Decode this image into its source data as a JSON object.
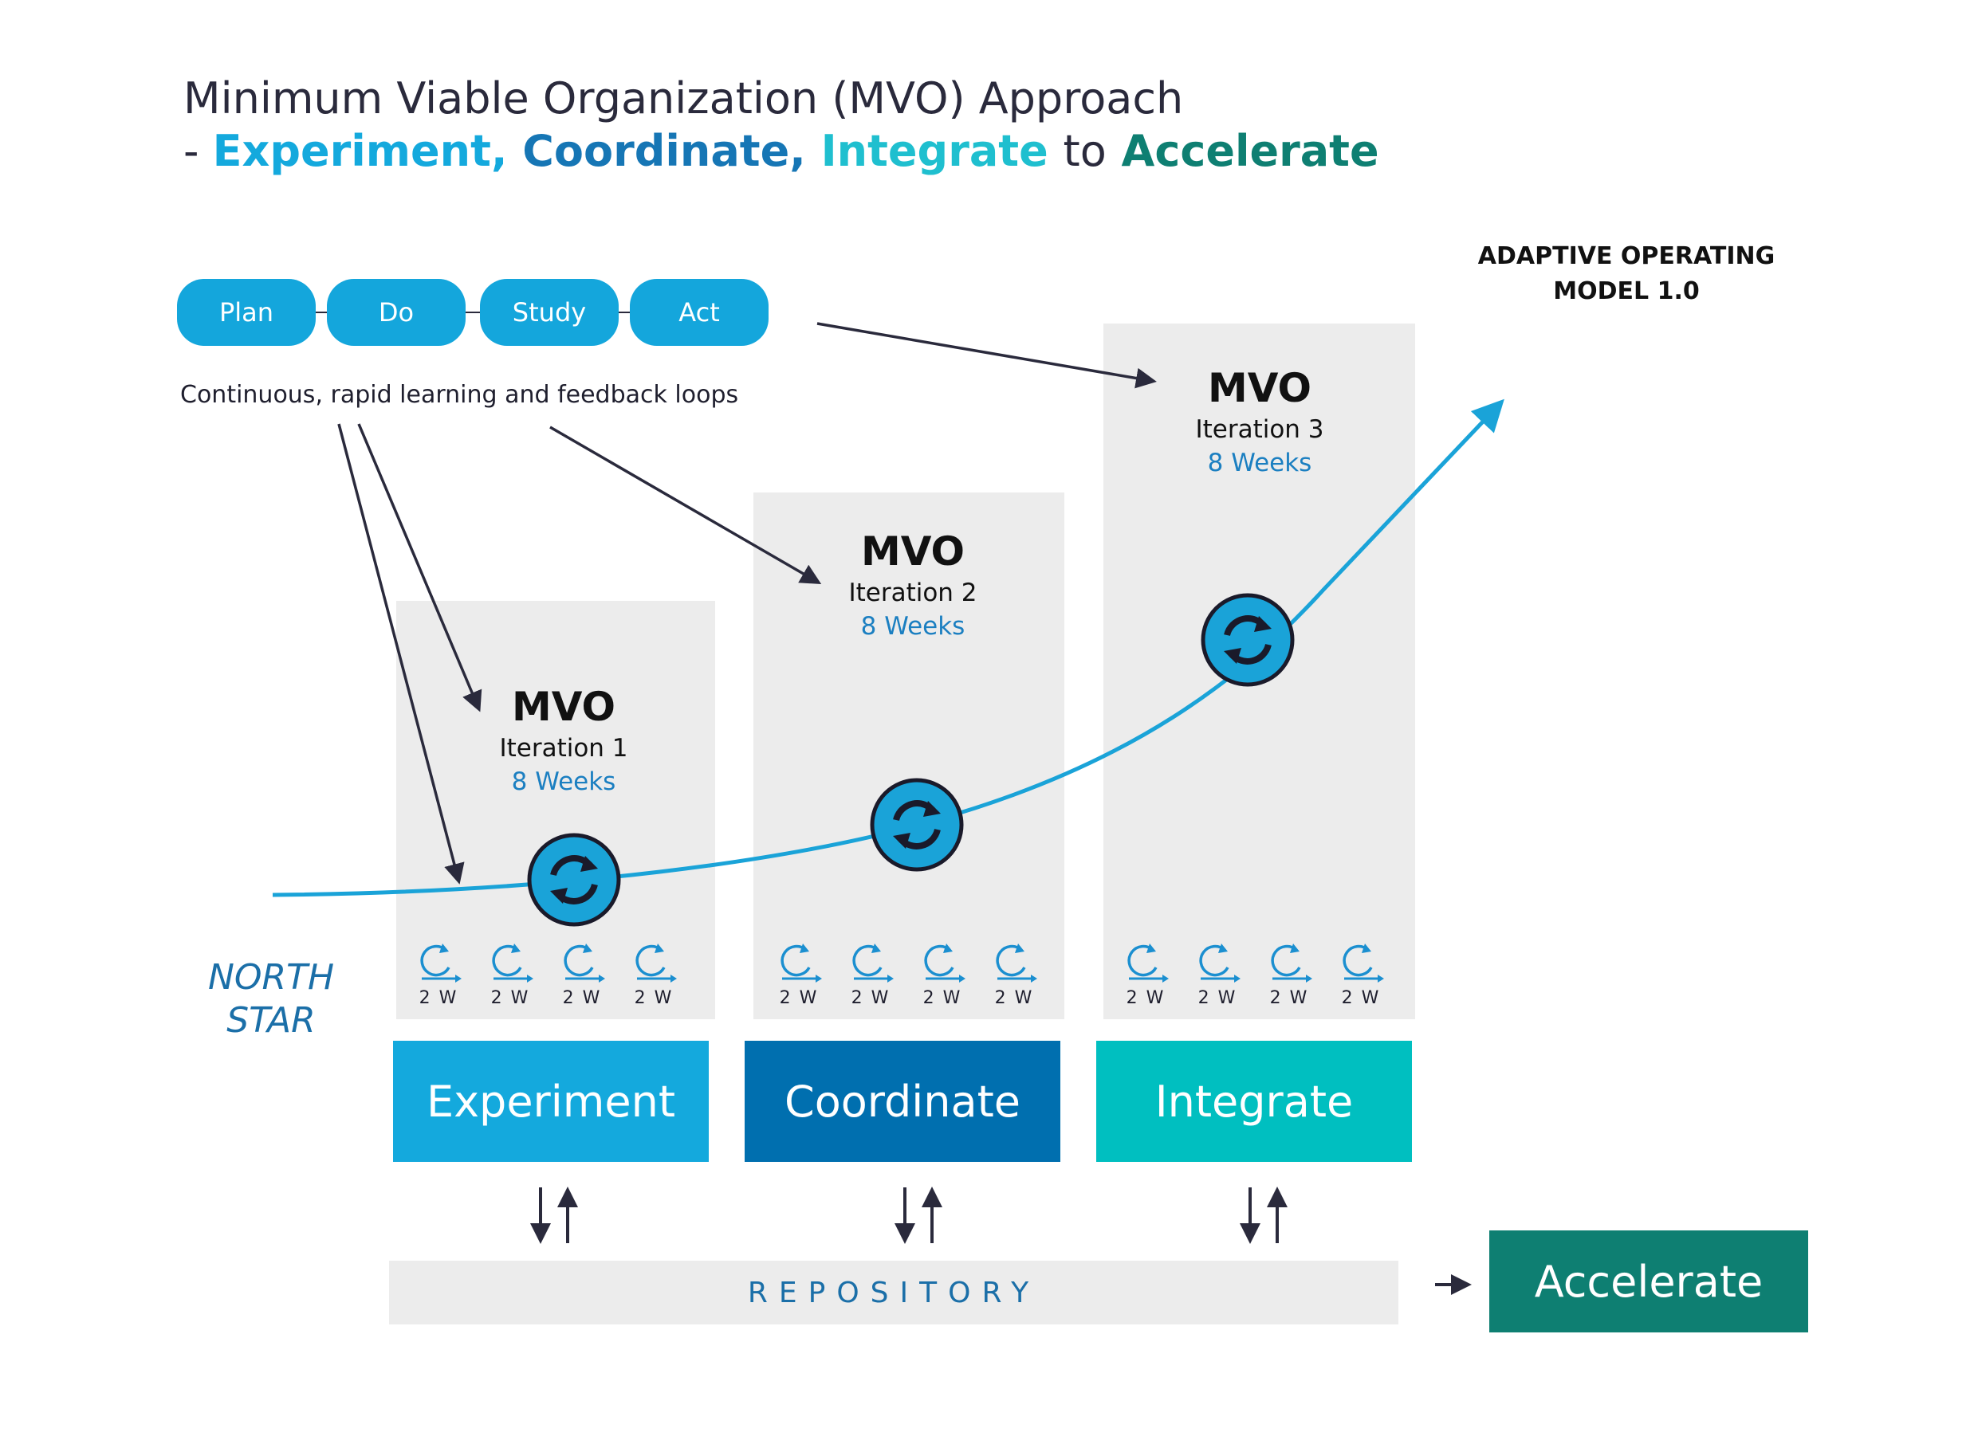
{
  "title": {
    "line1": "Minimum Viable Organization (MVO) Approach",
    "dash": "- ",
    "experiment": "Experiment,",
    "coordinate": "Coordinate,",
    "integrate": "Integrate",
    "to": "to",
    "accelerate": "Accelerate"
  },
  "pdsa": [
    "Plan",
    "Do",
    "Study",
    "Act"
  ],
  "caption": "Continuous, rapid learning and feedback loops",
  "adaptive_model": {
    "line1": "ADAPTIVE OPERATING",
    "line2": "MODEL 1.0"
  },
  "north_star": {
    "line1": "NORTH",
    "line2": "STAR"
  },
  "iterations": [
    {
      "mvo": "MVO",
      "iteration": "Iteration 1",
      "weeks": "8 Weeks"
    },
    {
      "mvo": "MVO",
      "iteration": "Iteration 2",
      "weeks": "8 Weeks"
    },
    {
      "mvo": "MVO",
      "iteration": "Iteration 3",
      "weeks": "8 Weeks"
    }
  ],
  "sprint_label": "2 W",
  "phases": [
    {
      "label": "Experiment",
      "color": "#14a9dd"
    },
    {
      "label": "Coordinate",
      "color": "#006faf"
    },
    {
      "label": "Integrate",
      "color": "#00bfc0"
    }
  ],
  "repository": "REPOSITORY",
  "accelerate": "Accelerate",
  "colors": {
    "experiment": "#14a9dd",
    "coordinate": "#006faf",
    "integrate": "#00bfc0",
    "accelerate": "#0e7f72",
    "curve": "#1aa3d8",
    "pill": "#14a6dc",
    "arrow": "#2a2a3c"
  }
}
